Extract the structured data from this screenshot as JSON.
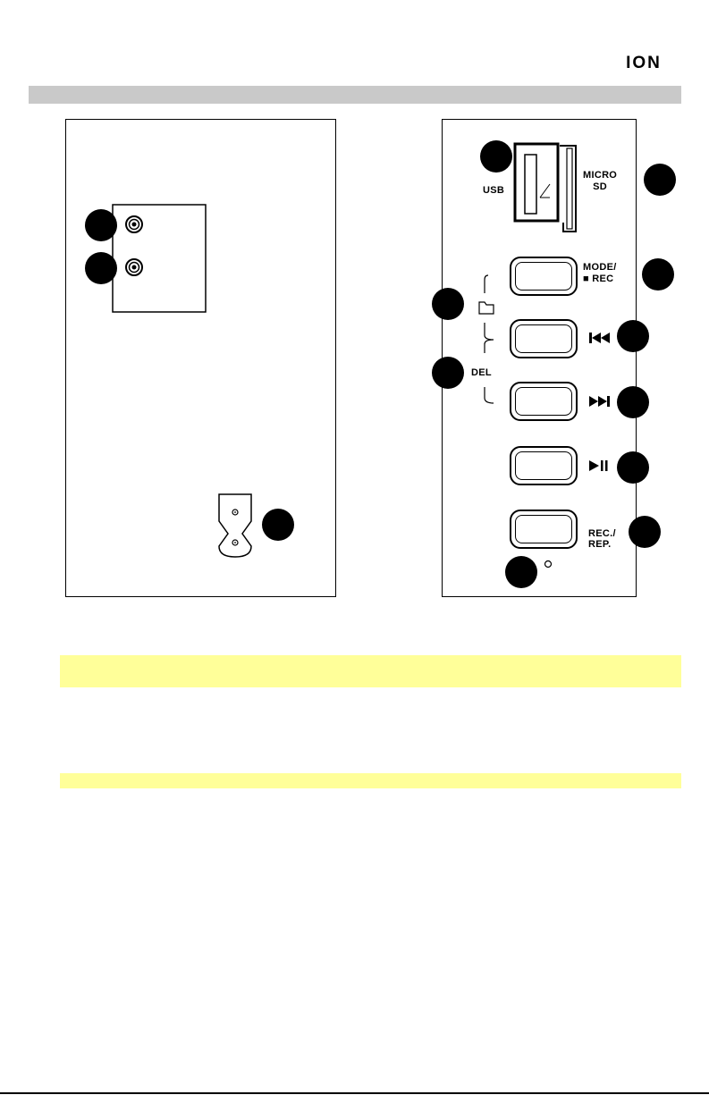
{
  "brand": {
    "logo_text": "ION"
  },
  "rear_panel": {
    "callouts": [
      "",
      "",
      ""
    ]
  },
  "control_panel": {
    "usb_label": "USB",
    "microsd_label": "MICRO\nSD",
    "mode_rec_label": "MODE/\n■ REC",
    "del_label": "DEL",
    "rec_rep_label": "REC./\nREP.",
    "icons": [
      "folder-icon",
      "previous-track-icon",
      "next-track-icon",
      "play-pause-icon",
      "led-indicator-icon"
    ]
  }
}
